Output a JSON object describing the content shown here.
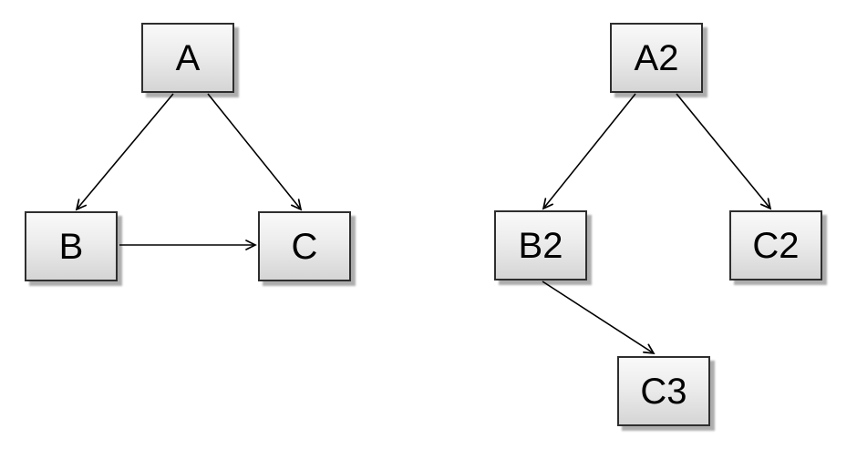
{
  "diagram": {
    "background_color": "#ffffff",
    "node_style": {
      "fill_top": "#f9f9f9",
      "fill_bottom": "#d5d5d5",
      "border_color": "#2e2e2e",
      "shadow_color": "#a8a8a8",
      "text_color": "#000000"
    },
    "edge_style": {
      "color": "#000000",
      "arrowhead": "open-v"
    },
    "nodes": {
      "A": {
        "label": "A"
      },
      "B": {
        "label": "B"
      },
      "C": {
        "label": "C"
      },
      "A2": {
        "label": "A2"
      },
      "B2": {
        "label": "B2"
      },
      "C2": {
        "label": "C2"
      },
      "C3": {
        "label": "C3"
      }
    },
    "graphs": [
      {
        "name": "left-graph",
        "node_ids": [
          "A",
          "B",
          "C"
        ],
        "edges": [
          {
            "from": "A",
            "to": "B"
          },
          {
            "from": "A",
            "to": "C"
          },
          {
            "from": "B",
            "to": "C"
          }
        ]
      },
      {
        "name": "right-graph",
        "node_ids": [
          "A2",
          "B2",
          "C2",
          "C3"
        ],
        "edges": [
          {
            "from": "A2",
            "to": "B2"
          },
          {
            "from": "A2",
            "to": "C2"
          },
          {
            "from": "B2",
            "to": "C3"
          }
        ]
      }
    ]
  }
}
